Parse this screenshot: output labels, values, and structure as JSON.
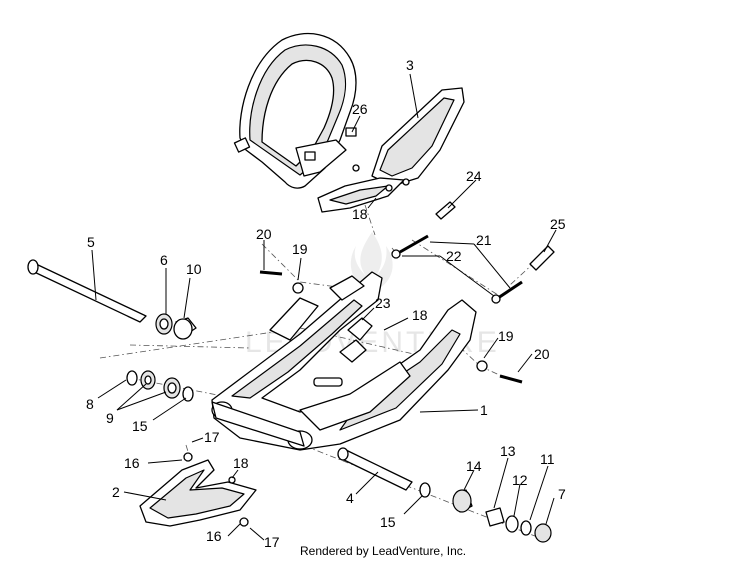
{
  "watermark": {
    "text": "LEADVENTURE"
  },
  "credit": "Rendered by LeadVenture, Inc.",
  "callouts": [
    {
      "id": "c1",
      "label": "1"
    },
    {
      "id": "c2",
      "label": "2"
    },
    {
      "id": "c3",
      "label": "3"
    },
    {
      "id": "c4",
      "label": "4"
    },
    {
      "id": "c5",
      "label": "5"
    },
    {
      "id": "c6",
      "label": "6"
    },
    {
      "id": "c7",
      "label": "7"
    },
    {
      "id": "c8",
      "label": "8"
    },
    {
      "id": "c9",
      "label": "9"
    },
    {
      "id": "c10",
      "label": "10"
    },
    {
      "id": "c11",
      "label": "11"
    },
    {
      "id": "c12",
      "label": "12"
    },
    {
      "id": "c13",
      "label": "13"
    },
    {
      "id": "c14",
      "label": "14"
    },
    {
      "id": "c15a",
      "label": "15"
    },
    {
      "id": "c15b",
      "label": "15"
    },
    {
      "id": "c16a",
      "label": "16"
    },
    {
      "id": "c16b",
      "label": "16"
    },
    {
      "id": "c17a",
      "label": "17"
    },
    {
      "id": "c17b",
      "label": "17"
    },
    {
      "id": "c18a",
      "label": "18"
    },
    {
      "id": "c18b",
      "label": "18"
    },
    {
      "id": "c18c",
      "label": "18"
    },
    {
      "id": "c19a",
      "label": "19"
    },
    {
      "id": "c19b",
      "label": "19"
    },
    {
      "id": "c20a",
      "label": "20"
    },
    {
      "id": "c20b",
      "label": "20"
    },
    {
      "id": "c21",
      "label": "21"
    },
    {
      "id": "c22",
      "label": "22"
    },
    {
      "id": "c23",
      "label": "23"
    },
    {
      "id": "c24",
      "label": "24"
    },
    {
      "id": "c25",
      "label": "25"
    },
    {
      "id": "c26",
      "label": "26"
    }
  ]
}
